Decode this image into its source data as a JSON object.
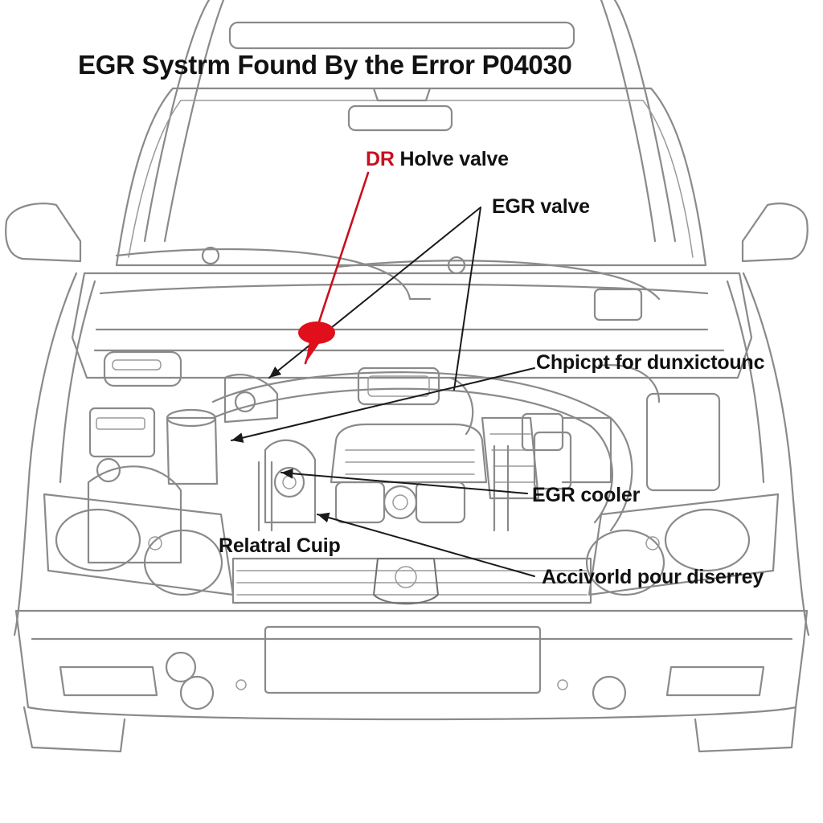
{
  "title": "EGR Systrm Found By the Error P04030",
  "colors": {
    "highlight": "#c8101e",
    "ink": "#111111",
    "drawing": "#8a8a8a"
  },
  "labels": {
    "dr_prefix": "DR",
    "holve_valve": "Holve valve",
    "egr_valve": "EGR valve",
    "chpicpt": "Chpicpt for dunxictounc",
    "egr_cooler": "EGR cooler",
    "relatral_cuip": "Relatral Cuip",
    "accivorld": "Accivorld pour diserrey"
  },
  "marker": {
    "color": "#e00f1b",
    "icon": "red-dot-marker"
  }
}
